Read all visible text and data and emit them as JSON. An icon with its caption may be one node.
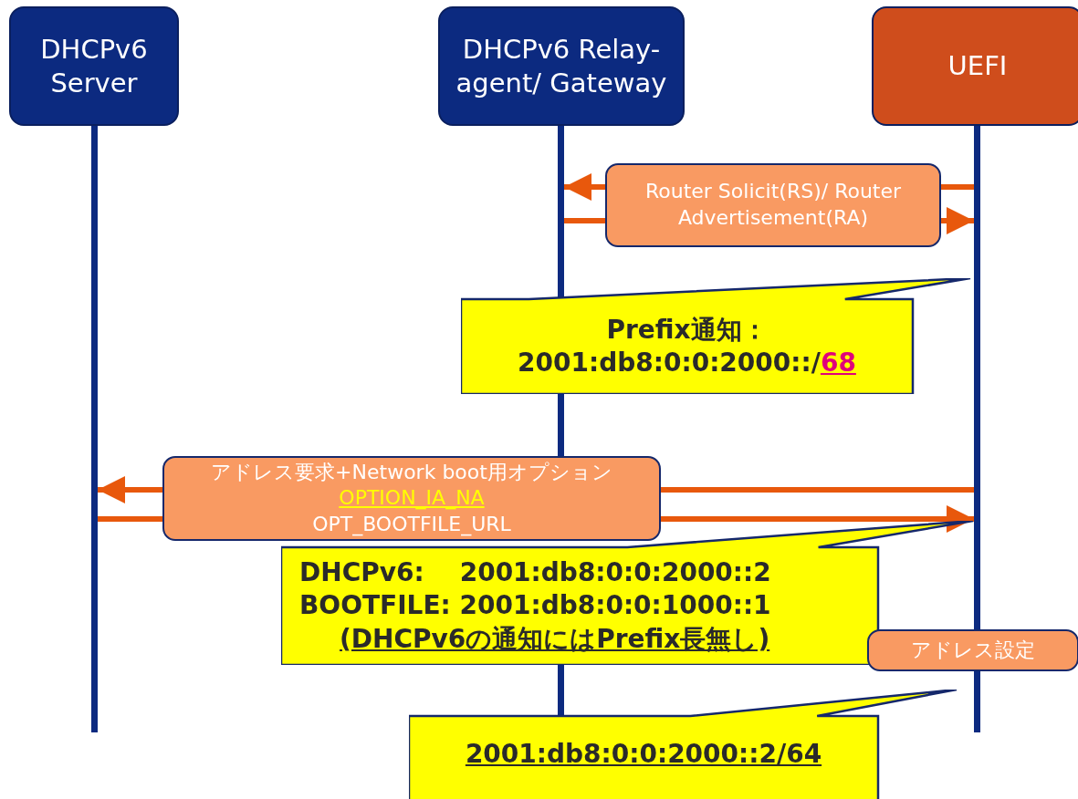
{
  "diagram": {
    "nodes": [
      {
        "text": [
          "DHCPv6 Server"
        ]
      },
      {
        "text": [
          "DHCPv6 Relay-agent/ Gateway"
        ]
      },
      {
        "text": [
          "UEFI"
        ]
      },
      {
        "text": [],
        "shape": "bar"
      },
      {
        "text": [],
        "shape": "bar"
      },
      {
        "text": [],
        "shape": "bar"
      },
      {
        "text": [
          "Router Solicit(RS)/ Router Advertisement(RA)"
        ]
      },
      {
        "text": [
          "Prefix通知：",
          "2001:db8:0:0:2000::/",
          "68"
        ]
      },
      {
        "text": [
          "アドレス要求+Network boot用オプション",
          "OPTION_IA_NA",
          "OPT_BOOTFILE_URL"
        ]
      },
      {
        "text": [
          "DHCPv6:    2001:db8:0:0:2000::2",
          "BOOTFILE: 2001:db8:0:0:1000::1",
          "(DHCPv6の通知にはPrefix長無し)"
        ]
      },
      {
        "text": [
          "アドレス設定"
        ]
      },
      {
        "text": [
          "2001:db8:0:0:2000::2/64"
        ]
      }
    ],
    "edges": [
      {
        "from": 5,
        "to": 6,
        "arrow": "none"
      },
      {
        "from": 6,
        "to": 4,
        "arrow": "to"
      },
      {
        "from": 4,
        "to": 6,
        "arrow": "none"
      },
      {
        "from": 6,
        "to": 5,
        "arrow": "to"
      },
      {
        "from": 5,
        "to": 8,
        "arrow": "none"
      },
      {
        "from": 8,
        "to": 3,
        "arrow": "to"
      },
      {
        "from": 3,
        "to": 8,
        "arrow": "none"
      },
      {
        "from": 8,
        "to": 5,
        "arrow": "to"
      }
    ]
  }
}
